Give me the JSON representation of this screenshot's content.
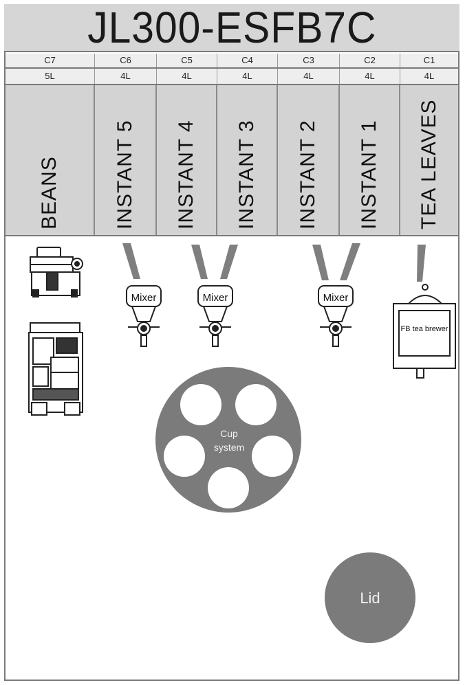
{
  "title": "JL300-ESFB7C",
  "canisters": [
    {
      "code": "C7",
      "volume": "5L",
      "label": "BEANS"
    },
    {
      "code": "C6",
      "volume": "4L",
      "label": "INSTANT 5"
    },
    {
      "code": "C5",
      "volume": "4L",
      "label": "INSTANT 4"
    },
    {
      "code": "C4",
      "volume": "4L",
      "label": "INSTANT 3"
    },
    {
      "code": "C3",
      "volume": "4L",
      "label": "INSTANT 2"
    },
    {
      "code": "C2",
      "volume": "4L",
      "label": "INSTANT 1"
    },
    {
      "code": "C1",
      "volume": "4L",
      "label": "TEA LEAVES"
    }
  ],
  "mixers": [
    {
      "label": "Mixer"
    },
    {
      "label": "Mixer"
    },
    {
      "label": "Mixer"
    }
  ],
  "tea_brewer": {
    "label": "FB tea brewer"
  },
  "cup_system": {
    "line1": "Cup",
    "line2": "system"
  },
  "lid": {
    "label": "Lid"
  },
  "colors": {
    "panel": "#d3d3d3",
    "disc": "#7b7b7b",
    "border": "#7a7a7a",
    "white": "#ffffff"
  },
  "icons": [
    "grinder-icon",
    "coffee-brewer-icon",
    "chute-icon",
    "mixer-icon",
    "tea-brewer-icon"
  ]
}
